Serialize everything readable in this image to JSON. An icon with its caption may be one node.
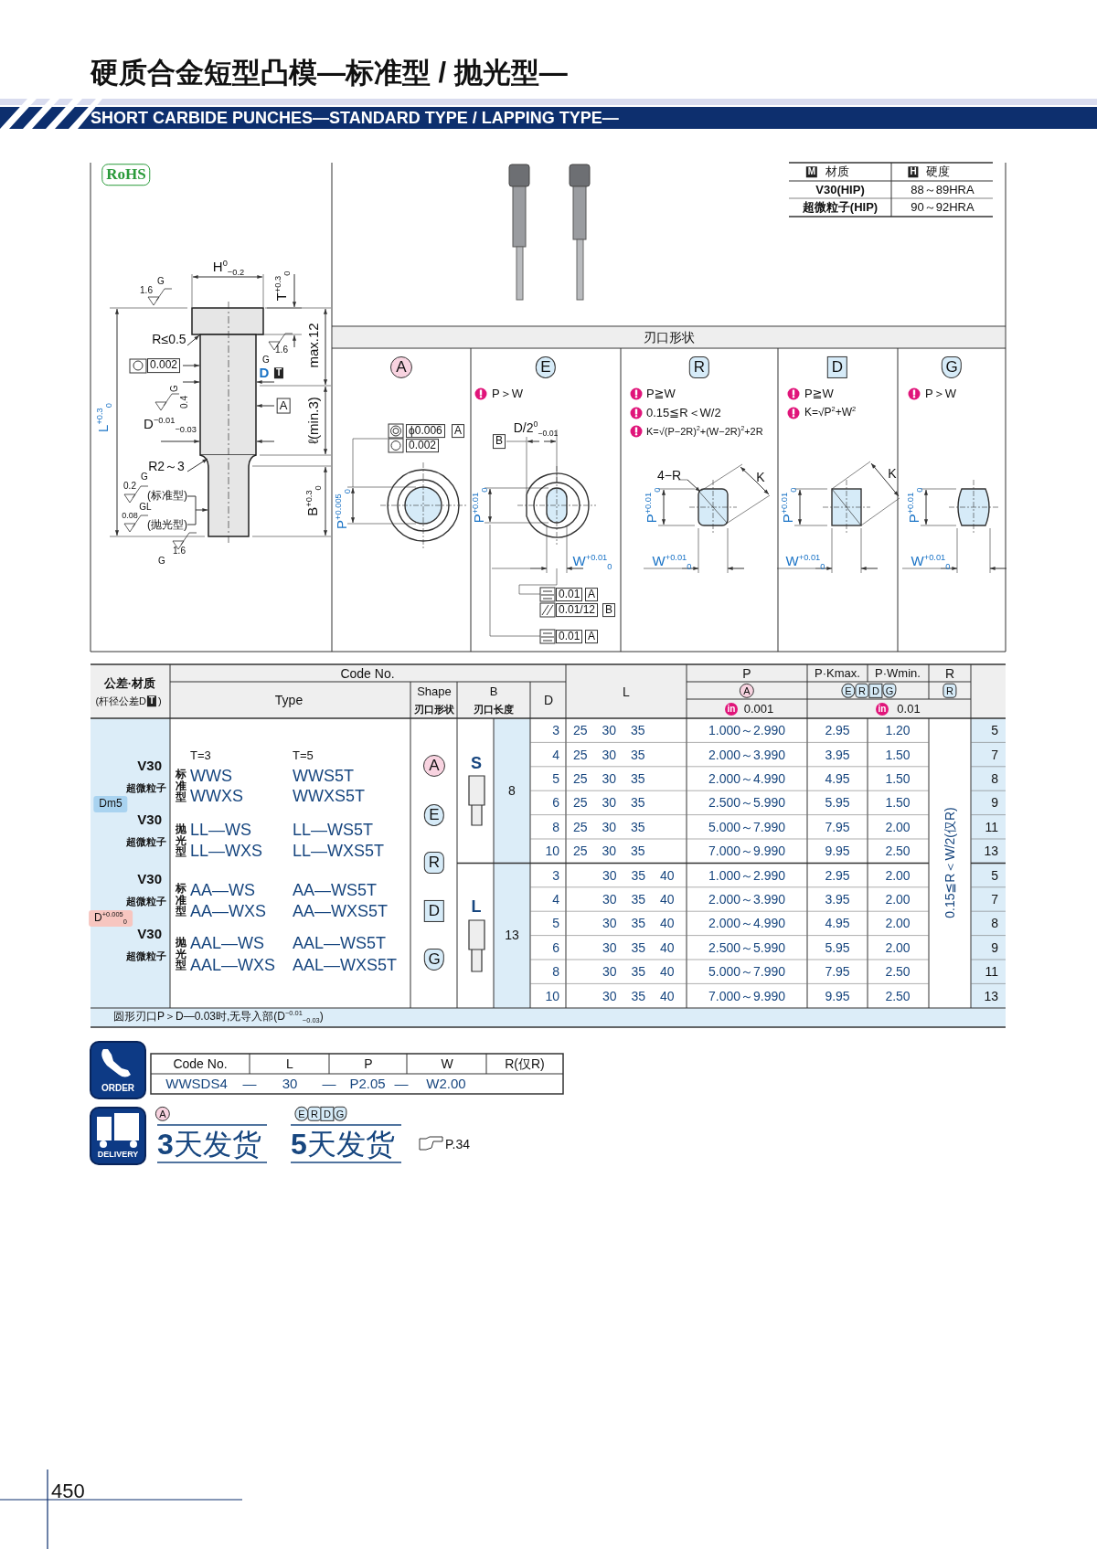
{
  "diagram": {
    "title": "硬质合金短型凸模—标准型 / 抛光型—",
    "labels": [
      "SHORT CARBIDE PUNCHES—STANDARD TYPE / LAPPING TYPE—",
      "RoHS",
      "1.6",
      "G",
      "H$^{0}$$_{−0.2}$",
      "T$^{+0.3}$$_{0}$",
      "R≤0.5",
      "0.002",
      "G",
      "1.6",
      "D",
      "T",
      "max.12",
      "G",
      "0.4",
      "A",
      "L$^{+0.3}$$_{0}$",
      "D$^{−0.01}$$_{−0.03}$",
      "ℓ(min.3)",
      "R2～3",
      "0.2",
      "G",
      "(标准型)",
      "0.08",
      "GL",
      "(抛光型)",
      "B$^{+0.3}$$_{0}$",
      "1.6",
      "G",
      "M",
      "材质",
      "H",
      "硬度",
      "V30(HIP)",
      "88～89HRA",
      "超微粒子(HIP)",
      "90～92HRA",
      "刃口形状",
      "A",
      "ϕ0.006",
      "A",
      "0.002",
      "P$^{+0.005}$$_{0}$",
      "E",
      "P＞W",
      "D/2$^{0}$$_{−0.01}$",
      "B",
      "P$^{+0.01}$$_{0}$",
      "W$^{+0.01}$$_{0}$",
      "0.01",
      "A",
      "0.01/12",
      "B",
      "0.01",
      "A",
      "R",
      "P≧W",
      "0.15≦R＜W/2",
      "K=√(P−2R)$^{2}$+(W−2R)$^{2}$+2R",
      "4−R",
      "K",
      "P$^{+0.01}$$_{0}$",
      "W$^{+0.01}$$_{0}$",
      "D",
      "P≧W",
      "K=√P$^{2}$+W$^{2}$",
      "K",
      "P$^{+0.01}$$_{0}$",
      "W$^{+0.01}$$_{0}$",
      "G",
      "P＞W",
      "P$^{+0.01}$$_{0}$",
      "W$^{+0.01}$$_{0}$",
      "公差·材质",
      "(杆径公差D",
      "T",
      ")",
      "Code No.",
      "Type",
      "Shape",
      "刃口形状",
      "B",
      "刃口长度",
      "D",
      "L",
      "P",
      "A",
      "in",
      "0.001",
      "P·Kmax.",
      "P·Wmin.",
      "R",
      "E",
      "R",
      "D",
      "G",
      "R",
      "in",
      "0.01",
      "V30",
      "超微粒子",
      "Dm5",
      "V30",
      "超微粒子",
      "V30",
      "超微粒子",
      "D$^{+0.005}$$_{0}$",
      "V30",
      "超微粒子",
      "T=3",
      "T=5",
      "标准型",
      "WWS",
      "WWS5T",
      "WWXS",
      "WWXS5T",
      "抛光型",
      "LL—WS",
      "LL—WS5T",
      "LL—WXS",
      "LL—WXS5T",
      "标准型",
      "AA—WS",
      "AA—WS5T",
      "AA—WXS",
      "AA—WXS5T",
      "抛光型",
      "AAL—WS",
      "AAL—WS5T",
      "AAL—WXS",
      "AAL—WXS5T",
      "A",
      "E",
      "R",
      "D",
      "G",
      "S",
      "8",
      "L",
      "13",
      "3",
      "25 30 35",
      "1.000～2.990",
      "2.95",
      "1.20",
      "5",
      "4",
      "25 30 35",
      "2.000～3.990",
      "3.95",
      "1.50",
      "7",
      "5",
      "25 30 35",
      "2.000～4.990",
      "4.95",
      "1.50",
      "8",
      "6",
      "25 30 35",
      "2.500～5.990",
      "5.95",
      "1.50",
      "9",
      "8",
      "25 30 35",
      "5.000～7.990",
      "7.95",
      "2.00",
      "11",
      "10",
      "25 30 35",
      "7.000～9.990",
      "9.95",
      "2.50",
      "13",
      "3",
      "30 35 40",
      "1.000～2.990",
      "2.95",
      "2.00",
      "5",
      "4",
      "30 35 40",
      "2.000～3.990",
      "3.95",
      "2.00",
      "7",
      "5",
      "30 35 40",
      "2.000～4.990",
      "4.95",
      "2.00",
      "8",
      "6",
      "30 35 40",
      "2.500～5.990",
      "5.95",
      "2.00",
      "9",
      "8",
      "30 35 40",
      "5.000～7.990",
      "7.95",
      "2.50",
      "11",
      "10",
      "30 35 40",
      "7.000～9.990",
      "9.95",
      "2.50",
      "13",
      "0.15≦R＜W/2(仅R)",
      "圆形刃口P＞D—0.03时,无导入部(D$^{−0.01}$$_{−0.03}$)",
      "ORDER",
      "Code No.",
      "L",
      "P",
      "W",
      "R(仅R)",
      "WWSDS4",
      "—",
      "30",
      "—",
      "P2.05",
      "—",
      "W2.00",
      "DELIVERY",
      "A",
      "**3**天发货",
      "E",
      "R",
      "D",
      "G",
      "**5**天发货",
      "P.34",
      "450"
    ]
  }
}
